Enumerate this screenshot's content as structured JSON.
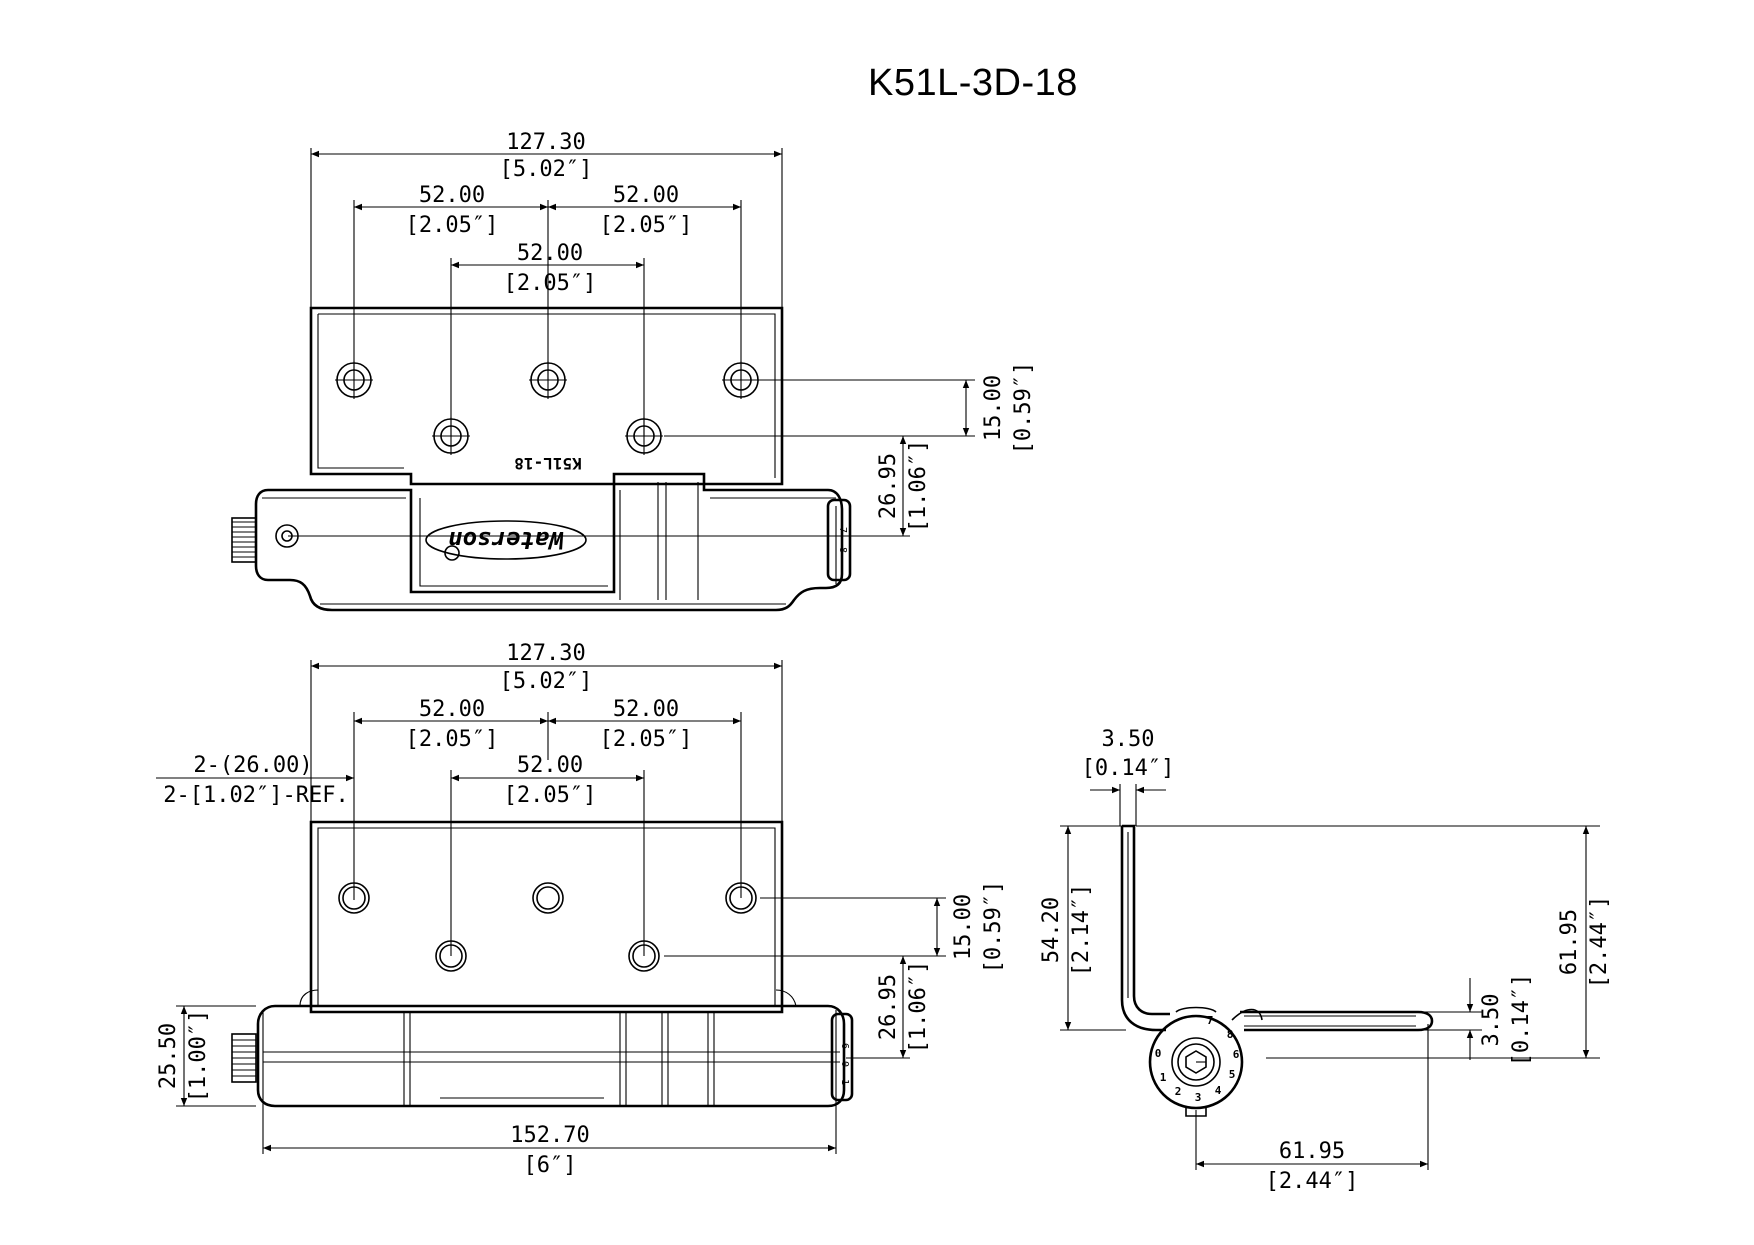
{
  "title": "K51L-3D-18",
  "view_top": {
    "overall_width": {
      "mm": "127.30",
      "inch": "[5.02″]"
    },
    "left_spacing": {
      "mm": "52.00",
      "inch": "[2.05″]"
    },
    "right_spacing": {
      "mm": "52.00",
      "inch": "[2.05″]"
    },
    "inner_spacing": {
      "mm": "52.00",
      "inch": "[2.05″]"
    },
    "hole_offset": {
      "mm": "15.00",
      "inch": "[0.59″]"
    },
    "pin_offset": {
      "mm": "26.95",
      "inch": "[1.06″]"
    },
    "leaf_marking": "K51L-18",
    "brand_marking": "Waterson"
  },
  "view_bottom": {
    "overall_width": {
      "mm": "127.30",
      "inch": "[5.02″]"
    },
    "left_spacing": {
      "mm": "52.00",
      "inch": "[2.05″]"
    },
    "right_spacing": {
      "mm": "52.00",
      "inch": "[2.05″]"
    },
    "inner_spacing": {
      "mm": "52.00",
      "inch": "[2.05″]"
    },
    "ref_note": {
      "mm": "2-(26.00)",
      "inch": "2-[1.02″]-REF."
    },
    "hole_offset": {
      "mm": "15.00",
      "inch": "[0.59″]"
    },
    "pin_offset": {
      "mm": "26.95",
      "inch": "[1.06″]"
    },
    "barrel_dia": {
      "mm": "25.50",
      "inch": "[1.00″]"
    },
    "total_length": {
      "mm": "152.70",
      "inch": "[6″]"
    }
  },
  "view_side": {
    "leaf_thickness": {
      "mm": "3.50",
      "inch": "[0.14″]"
    },
    "leaf_height": {
      "mm": "54.20",
      "inch": "[2.14″]"
    },
    "overall_height": {
      "mm": "61.95",
      "inch": "[2.44″]"
    },
    "tail_thickness": {
      "mm": "3.50",
      "inch": "[0.14″]"
    },
    "tail_length": {
      "mm": "61.95",
      "inch": "[2.44″]"
    },
    "dial_numbers": [
      "0",
      "1",
      "2",
      "3",
      "4",
      "5",
      "6",
      "7",
      "8"
    ]
  }
}
